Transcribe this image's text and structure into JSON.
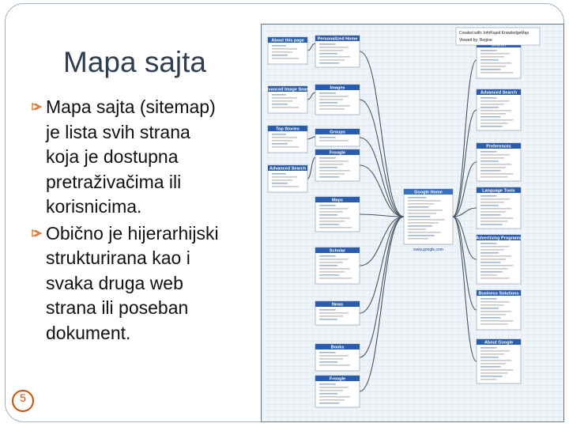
{
  "slide": {
    "title": "Mapa sajta",
    "page_number": "5",
    "bullets": [
      {
        "lines": [
          "Mapa sajta (sitemap)",
          "je lista svih strana",
          "koja je dostupna",
          "pretraživačima ili",
          "korisnicima."
        ]
      },
      {
        "lines": [
          "Obično je hijerarhijski",
          "strukturirana kao i",
          "svaka druga web",
          "strana ili poseban",
          "dokument."
        ]
      }
    ]
  },
  "sitemap_image": {
    "created_with": "Created with: InfoRapid KnowledgeMap",
    "viewed_by": "Viewed by: Regine",
    "center_title": "Google Home",
    "center_url": "www.google.com",
    "left_nodes": [
      "Personalized Home",
      "Images",
      "Groups",
      "Froogle",
      "Maps",
      "Scholar",
      "News",
      "Books",
      "Froogle"
    ],
    "right_nodes": [
      "Search",
      "Advanced Search",
      "Preferences",
      "Language Tools",
      "Advertising Programs",
      "Business Solutions",
      "About Google"
    ],
    "far_left_nodes": [
      "About this page",
      "Advanced Image Search",
      "Top Stories",
      "Advanced Search"
    ],
    "colors": {
      "node_header": "#2a5db0",
      "line": "#4a5568",
      "panel_bg": "#eef4f8",
      "grid": "#c9d8e6",
      "center_header": "#3b6fc4"
    }
  }
}
